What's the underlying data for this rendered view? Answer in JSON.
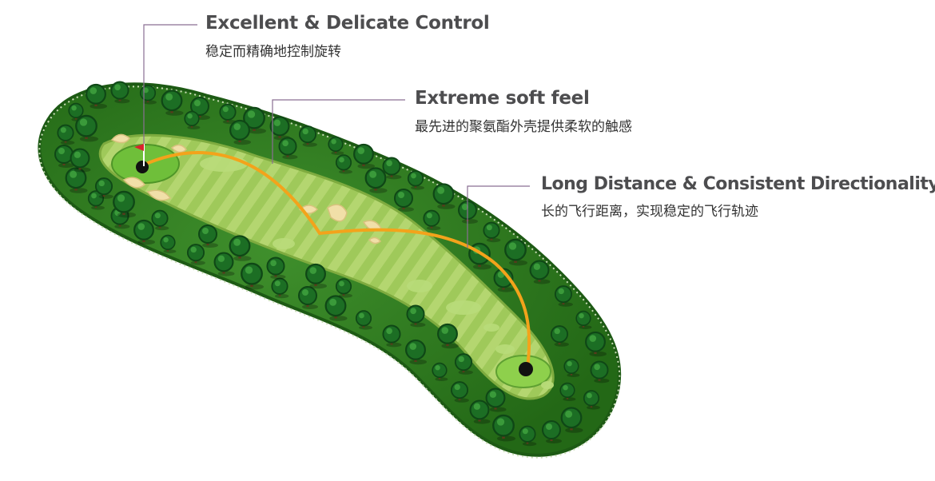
{
  "callouts": [
    {
      "title": "Excellent & Delicate Control",
      "subtitle": "稳定而精确地控制旋转"
    },
    {
      "title": "Extreme soft feel",
      "subtitle": "最先进的聚氨酯外壳提供柔软的触感"
    },
    {
      "title": "Long Distance & Consistent Directionality",
      "subtitle": "长的飞行距离，实现稳定的飞行轨迹"
    }
  ],
  "colors": {
    "rough": "#2f7d22",
    "rough_dark": "#1f5c16",
    "fairway": "#9fc95a",
    "fairway_stripe": "#b7d873",
    "green": "#6fbf3a",
    "bunker": "#f1dfa8",
    "tree": "#1c6e24",
    "tree_dark": "#0f4716",
    "trajectory": "#f3a31b",
    "leader_line": "#8a6f93"
  },
  "icons": [
    "flag-icon",
    "hole-icon",
    "tree-icon",
    "bunker-icon"
  ]
}
